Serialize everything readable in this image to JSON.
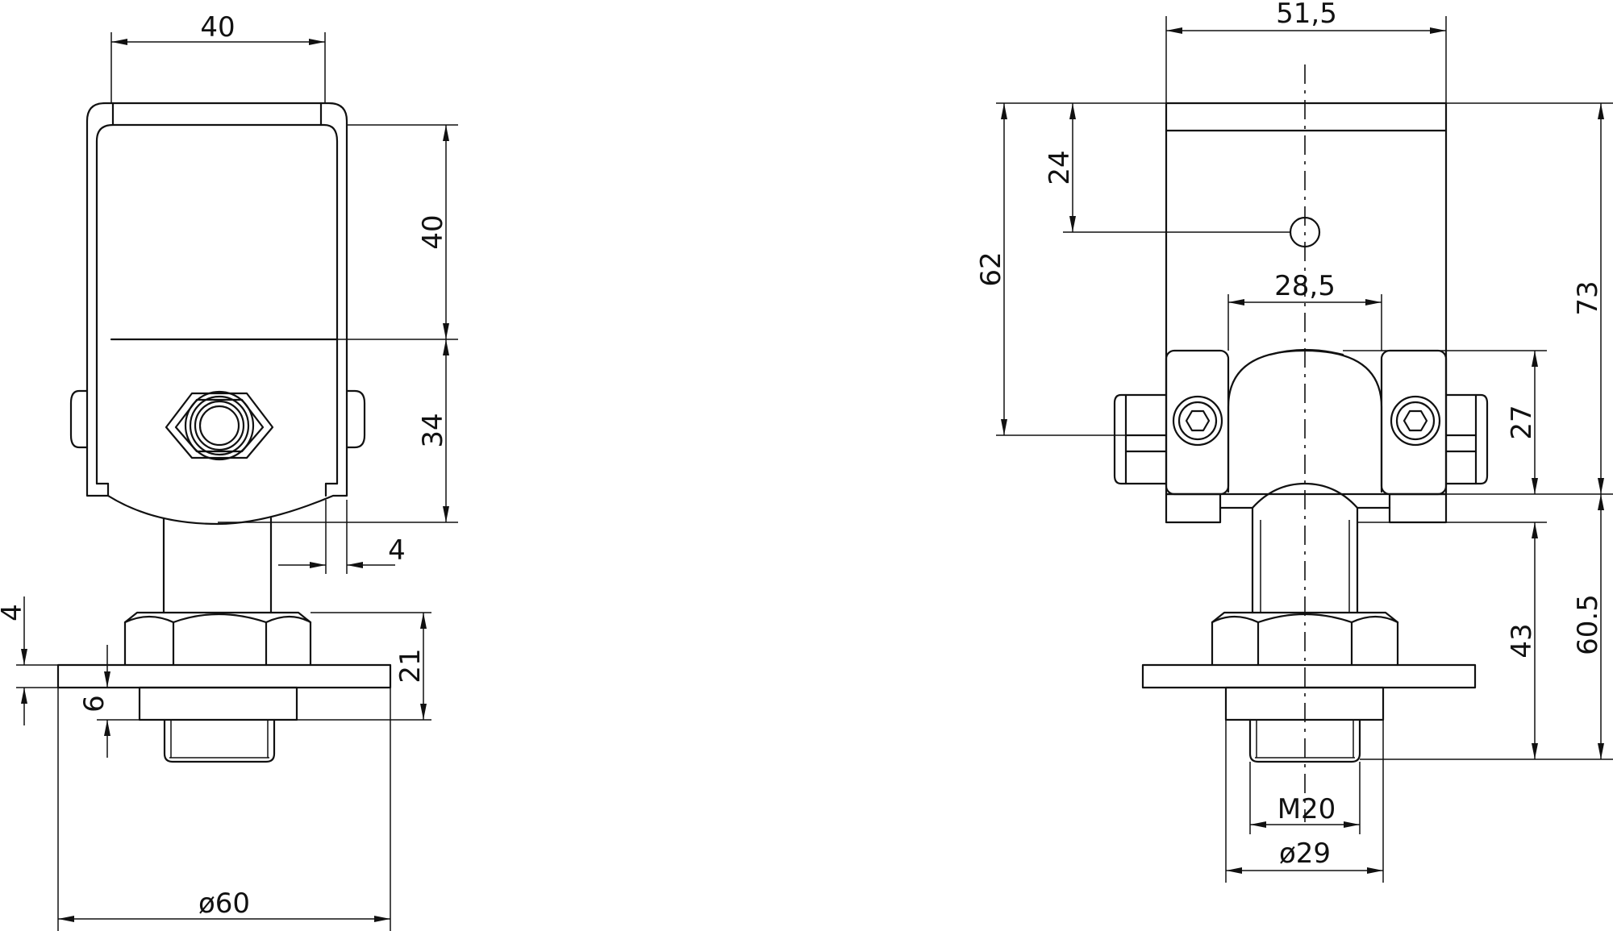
{
  "left_view": {
    "dim_width_top": "40",
    "dim_upper_height": "40",
    "dim_lower_height": "34",
    "dim_offset": "4",
    "dim_plate_thickness": "4",
    "dim_nut_height": "21",
    "dim_thread_length": "6",
    "dim_plate_diameter": "ø60"
  },
  "right_view": {
    "dim_width_top": "51,5",
    "dim_hole_height": "24",
    "dim_total_left": "62",
    "dim_inner_width": "28,5",
    "dim_dome_height": "27",
    "dim_total_right": "73",
    "dim_lower_43": "43",
    "dim_lower_605": "60.5",
    "dim_thread": "M20",
    "dim_diameter": "ø29"
  }
}
